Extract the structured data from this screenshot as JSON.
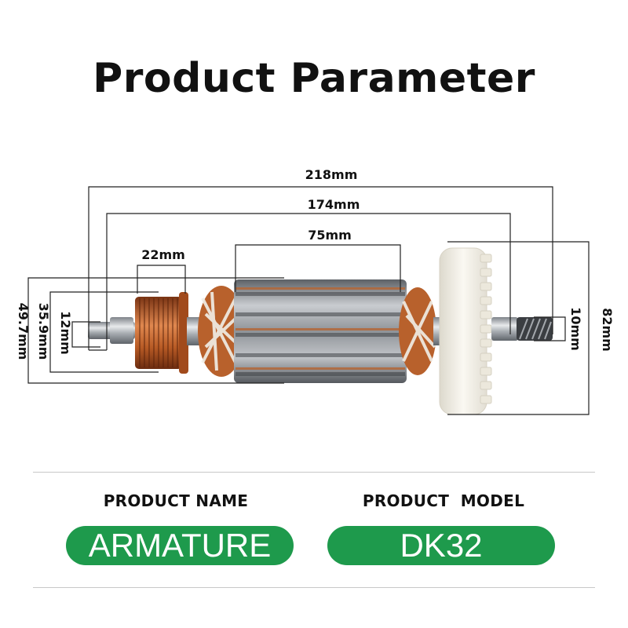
{
  "header": {
    "title": "Product Parameter"
  },
  "dimensions": {
    "overall_length": "218mm",
    "winding_to_shaft": "174mm",
    "core_length": "75mm",
    "commutator_length": "22mm",
    "core_diameter": "49.7mm",
    "commutator_diameter": "35.9mm",
    "rear_shaft_diameter": "12mm",
    "front_shaft_diameter": "10mm",
    "fan_diameter": "82mm"
  },
  "info": {
    "name_label": "PRODUCT NAME",
    "name_value": "ARMATURE",
    "model_label": "PRODUCT  MODEL",
    "model_value": "DK32"
  },
  "colors": {
    "accent_green": "#1e9a4c",
    "copper": "#c0622c",
    "steel": "#9aa0a6",
    "fan_white": "#f3f1ea"
  }
}
